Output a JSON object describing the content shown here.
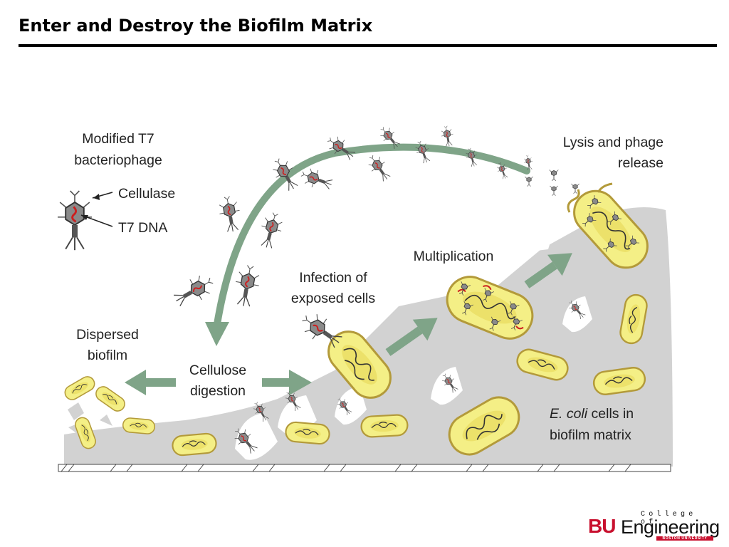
{
  "slide": {
    "title": "Enter and Destroy the Biofilm Matrix"
  },
  "diagram": {
    "labels": {
      "modified_line1": "Modified T7",
      "modified_line2": "bacteriophage",
      "cellulase": "Cellulase",
      "t7dna": "T7 DNA",
      "lysis_line1": "Lysis and phage",
      "lysis_line2": "release",
      "multiplication": "Multiplication",
      "infection_line1": "Infection of",
      "infection_line2": "exposed cells",
      "dispersed_line1": "Dispersed",
      "dispersed_line2": "biofilm",
      "cellulose_line1": "Cellulose",
      "cellulose_line2": "digestion",
      "ecoli_italic": "E. coli",
      "ecoli_rest": " cells in",
      "ecoli_line2": "biofilm matrix"
    },
    "colors": {
      "arrow": "#7fa488",
      "matrix": "#d2d2d2",
      "cell_fill": "#f4ef86",
      "cell_border": "#b39a3a",
      "phage_head": "#8a8a8a",
      "dna": "#cc1f1f"
    }
  },
  "logo": {
    "bu": "BU",
    "engineering": "Engineering",
    "college_of": "College of",
    "boston_university": "BOSTON UNIVERSITY"
  }
}
